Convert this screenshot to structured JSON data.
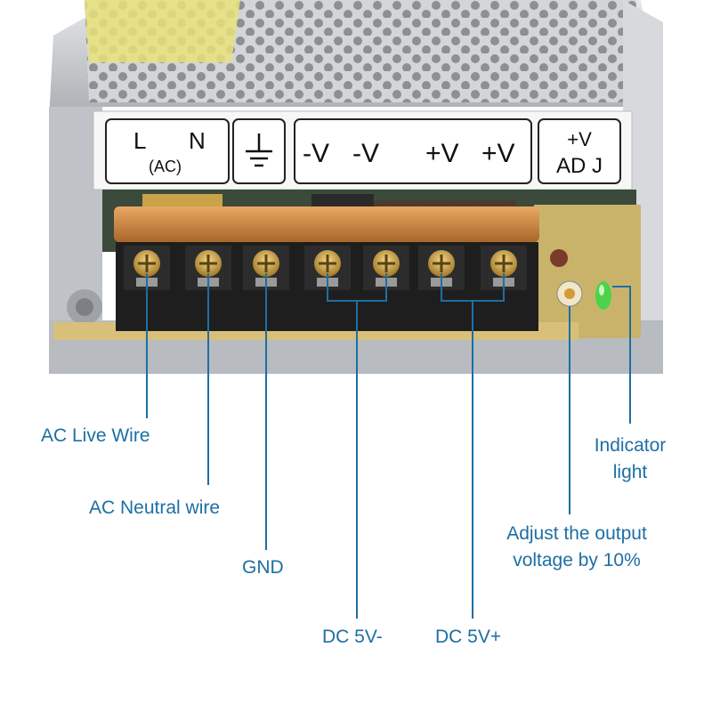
{
  "panel_labels": {
    "ac_L": "L",
    "ac_N": "N",
    "ac_sub": "(AC)",
    "neg1": "-V",
    "neg2": "-V",
    "pos1": "+V",
    "pos2": "+V",
    "adj_top": "+V",
    "adj_bottom": "AD J"
  },
  "callouts": {
    "ac_live": "AC Live Wire",
    "ac_neutral": "AC Neutral wire",
    "gnd": "GND",
    "dc_neg": "DC 5V-",
    "dc_pos": "DC 5V+",
    "indicator_line1": "Indicator",
    "indicator_line2": "light",
    "adjust_line1": "Adjust the output",
    "adjust_line2": "voltage by 10%"
  },
  "colors": {
    "callout_text": "#1d6fa3",
    "leader_line": "#1d6fa3",
    "metal": "#c9ccd0",
    "terminal_cover": "#c98a3e",
    "terminal_block": "#1e1e1e",
    "pcb": "#d8c07a",
    "indicator_led": "#4fd24a"
  }
}
